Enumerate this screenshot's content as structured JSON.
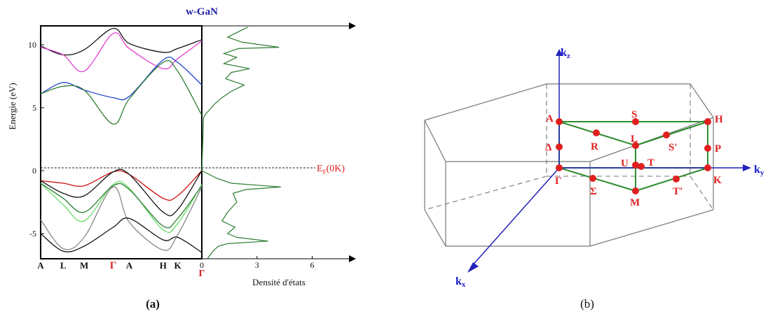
{
  "chart_data": [
    {
      "type": "line",
      "title": "w-GaN",
      "ylabel": "Energie (eV)",
      "ylim": [
        -7,
        11.5
      ],
      "y_ticks": [
        -5,
        0,
        5,
        10
      ],
      "kpath": [
        "A",
        "L",
        "M",
        "Γ",
        "A",
        "H",
        "K",
        "Γ"
      ],
      "kpath_x": [
        0,
        0.14,
        0.27,
        0.45,
        0.55,
        0.76,
        0.85,
        1.0
      ],
      "fermi_level": 0,
      "fermi_label": "E_F(0K)",
      "series": [
        {
          "color": "#111111",
          "x": [
            0,
            0.14,
            0.27,
            0.45,
            0.55,
            0.76,
            0.85,
            1.0
          ],
          "values": [
            9.9,
            9.2,
            9.6,
            11.3,
            10.1,
            9.4,
            9.7,
            10.4
          ]
        },
        {
          "color": "#e040d0",
          "x": [
            0,
            0.14,
            0.27,
            0.45,
            0.55,
            0.76,
            0.85,
            1.0
          ],
          "values": [
            9.8,
            9.2,
            7.9,
            10.9,
            9.7,
            8.1,
            8.9,
            10.3
          ]
        },
        {
          "color": "#2244cc",
          "x": [
            0,
            0.14,
            0.27,
            0.45,
            0.55,
            0.76,
            0.85,
            1.0
          ],
          "values": [
            6.1,
            7.0,
            6.4,
            5.8,
            5.9,
            8.8,
            8.6,
            6.8
          ]
        },
        {
          "color": "#2e7d32",
          "x": [
            0,
            0.14,
            0.27,
            0.45,
            0.55,
            0.76,
            0.85,
            1.0
          ],
          "values": [
            6.1,
            6.7,
            6.4,
            3.7,
            5.7,
            8.6,
            7.9,
            4.4
          ]
        },
        {
          "color": "#cc1111",
          "x": [
            0,
            0.14,
            0.27,
            0.45,
            0.55,
            0.76,
            0.85,
            1.0
          ],
          "values": [
            -0.8,
            -1.0,
            -1.2,
            -0.1,
            -0.3,
            -2.2,
            -2.0,
            0.0
          ]
        },
        {
          "color": "#111111",
          "x": [
            0,
            0.14,
            0.27,
            0.45,
            0.55,
            0.76,
            0.85,
            1.0
          ],
          "values": [
            -0.8,
            -1.8,
            -2.0,
            -0.1,
            -0.3,
            -3.3,
            -3.1,
            0.0
          ]
        },
        {
          "color": "#66dd66",
          "x": [
            0,
            0.14,
            0.27,
            0.45,
            0.55,
            0.76,
            0.85,
            1.0
          ],
          "values": [
            -1.0,
            -2.7,
            -4.0,
            -1.1,
            -1.4,
            -4.7,
            -4.2,
            -1.1
          ]
        },
        {
          "color": "#2e7d32",
          "x": [
            0,
            0.14,
            0.27,
            0.45,
            0.55,
            0.76,
            0.85,
            1.0
          ],
          "values": [
            -1.0,
            -2.2,
            -3.3,
            -1.2,
            -1.5,
            -4.4,
            -3.8,
            -1.2
          ]
        },
        {
          "color": "#888888",
          "x": [
            0,
            0.14,
            0.27,
            0.45,
            0.55,
            0.76,
            0.85,
            1.0
          ],
          "values": [
            -3.9,
            -6.2,
            -5.3,
            -1.3,
            -4.1,
            -6.3,
            -5.1,
            -1.3
          ]
        },
        {
          "color": "#111111",
          "x": [
            0,
            0.14,
            0.27,
            0.45,
            0.55,
            0.76,
            0.85,
            1.0
          ],
          "values": [
            -5.0,
            -6.4,
            -6.0,
            -4.5,
            -3.8,
            -5.5,
            -5.3,
            -6.5
          ]
        }
      ]
    },
    {
      "type": "line",
      "xlabel": "Densité d'états",
      "xlim": [
        0,
        8
      ],
      "x_ticks": [
        0,
        3,
        6
      ],
      "series": [
        {
          "color": "#2e7d32",
          "energy": [
            11.4,
            10.6,
            10.2,
            9.8,
            9.7,
            9.3,
            9.0,
            8.5,
            8.1,
            7.8,
            7.3,
            6.8,
            6.3,
            5.8,
            5.3,
            4.8,
            4.5,
            4.2,
            0.0,
            -0.3,
            -0.6,
            -1.0,
            -1.3,
            -1.5,
            -1.8,
            -2.5,
            -3.3,
            -4.0,
            -4.5,
            -5.0,
            -5.3,
            -5.6,
            -5.8,
            -6.0,
            -6.4,
            -7.0
          ],
          "values": [
            2.5,
            1.4,
            2.2,
            4.2,
            2.0,
            1.2,
            1.9,
            1.2,
            2.6,
            1.6,
            1.3,
            2.3,
            1.6,
            1.1,
            0.7,
            0.4,
            0.2,
            0.1,
            0.0,
            0.4,
            0.8,
            1.6,
            4.3,
            2.4,
            1.7,
            1.9,
            1.4,
            1.1,
            1.8,
            1.4,
            1.9,
            3.6,
            1.4,
            0.9,
            0.6,
            0.3
          ]
        }
      ]
    }
  ],
  "panel_a_label": "(a)",
  "gamma_label": "Γ",
  "bz": {
    "points": [
      "A",
      "S",
      "H",
      "R",
      "L",
      "S'",
      "Δ",
      "P",
      "U",
      "T",
      "Γ",
      "Σ",
      "M",
      "T'",
      "K"
    ],
    "axes": {
      "kz": [
        "k",
        "z"
      ],
      "ky": [
        "k",
        "y"
      ],
      "kx": [
        "k",
        "x"
      ]
    }
  },
  "panel_b_label": "(b)"
}
